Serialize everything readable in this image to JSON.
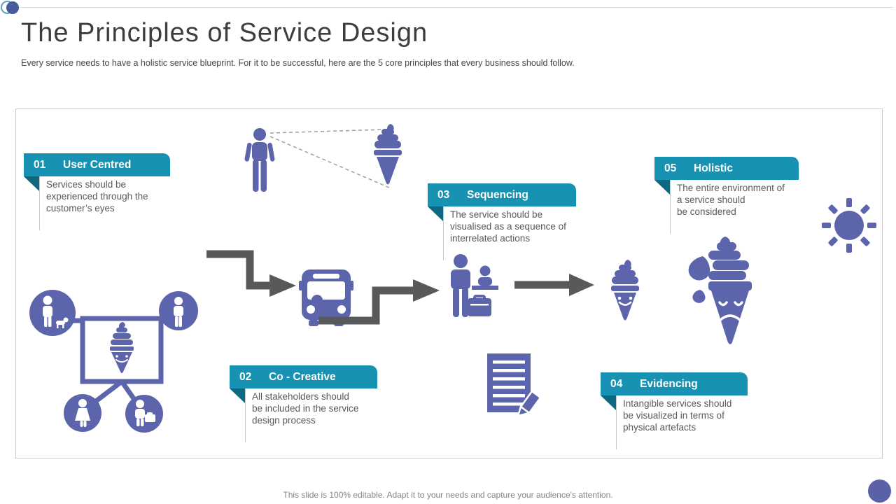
{
  "slide": {
    "title": "The Principles of Service Design",
    "subtitle": "Every  service needs to have a holistic service blueprint. For it to be successful, here are the 5 core principles that every business should follow.",
    "footer": "This slide is 100% editable. Adapt it to your needs and capture your audience's attention."
  },
  "principles": [
    {
      "number": "01",
      "title": "User Centred",
      "description": "Services should be\nexperienced through the\ncustomer’s eyes"
    },
    {
      "number": "02",
      "title": "Co - Creative",
      "description": "All stakeholders should\nbe included in the service\ndesign process"
    },
    {
      "number": "03",
      "title": "Sequencing",
      "description": "The service should be\nvisualised as a sequence of\ninterrelated actions"
    },
    {
      "number": "04",
      "title": "Evidencing",
      "description": "Intangible  services should\nbe visualized in terms of\nphysical artefacts"
    },
    {
      "number": "05",
      "title": "Holistic",
      "description": "The entire environment of\na service should\nbe considered"
    }
  ],
  "icons": {
    "standing-person": "person silhouette looking at ice cream",
    "sight-lines": "dashed view lines",
    "soft-serve-ice-cream": "plain soft-serve cone",
    "stakeholder-network": "whiteboard with smiling cone linked to four people circles",
    "flow-arrow": "dark stepped process arrow",
    "bus": "bus front view",
    "check-in-desk": "traveler with briefcase at counter",
    "happy-ice-cream": "smiling ice-cream cone",
    "melting-sad-ice-cream": "sad melting ice-cream cone with drops",
    "document-pencil": "document with pencil",
    "sun": "sun with rays"
  },
  "colors": {
    "banner_teal": "#1792b2",
    "banner_fold": "#0d6880",
    "icon_purple": "#5c64ab",
    "arrow_gray": "#58595b",
    "body_text": "#595959",
    "accent_dot": "#4a5b9b"
  }
}
